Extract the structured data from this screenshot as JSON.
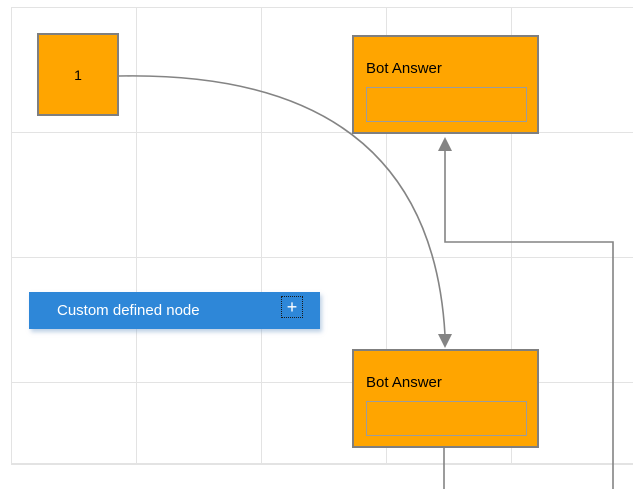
{
  "colors": {
    "node_orange": "#FFA500",
    "node_border": "#7F7F7F",
    "node_blue": "#2E87D8",
    "connector_gray": "#848484",
    "grid_line": "#E3E3E3",
    "field_border": "#9C9C9C",
    "title_text": "#000000",
    "custom_text": "#FFFFFF"
  },
  "nodes": {
    "start": {
      "label": "1"
    },
    "bot_answer_top": {
      "title": "Bot Answer",
      "field_value": ""
    },
    "bot_answer_bottom": {
      "title": "Bot Answer",
      "field_value": ""
    },
    "custom": {
      "label": "Custom defined node",
      "add_button": {
        "icon": "plus-icon",
        "glyph": "+"
      }
    }
  }
}
